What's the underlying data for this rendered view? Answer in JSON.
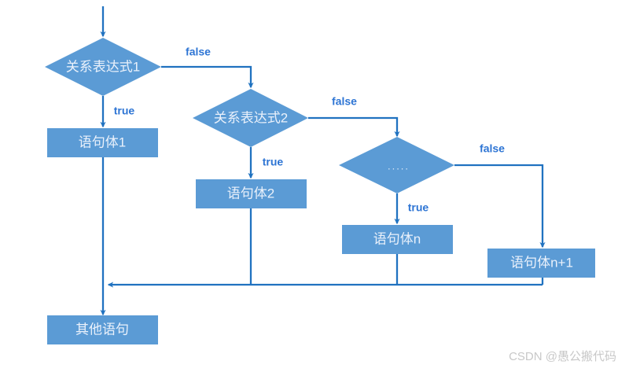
{
  "diagram": {
    "title": "switch / else-if flow chart",
    "type": "flowchart",
    "colors": {
      "shape_fill": "#5b9bd5",
      "shape_text": "#eaf1fb",
      "line": "#2072c0",
      "label": "#2e75d4",
      "background": "#ffffff",
      "watermark": "#c8c8c8"
    },
    "nodes": {
      "decision1": "关系表达式1",
      "decision2": "关系表达式2",
      "decision3": ".....",
      "body1": "语句体1",
      "body2": "语句体2",
      "bodyn": "语句体n",
      "bodyn1": "语句体n+1",
      "other": "其他语句"
    },
    "edges": {
      "true1": "true",
      "false1": "false",
      "true2": "true",
      "false2": "false",
      "true3": "true",
      "false3": "false"
    }
  },
  "watermark": {
    "text": "CSDN @愚公搬代码"
  }
}
